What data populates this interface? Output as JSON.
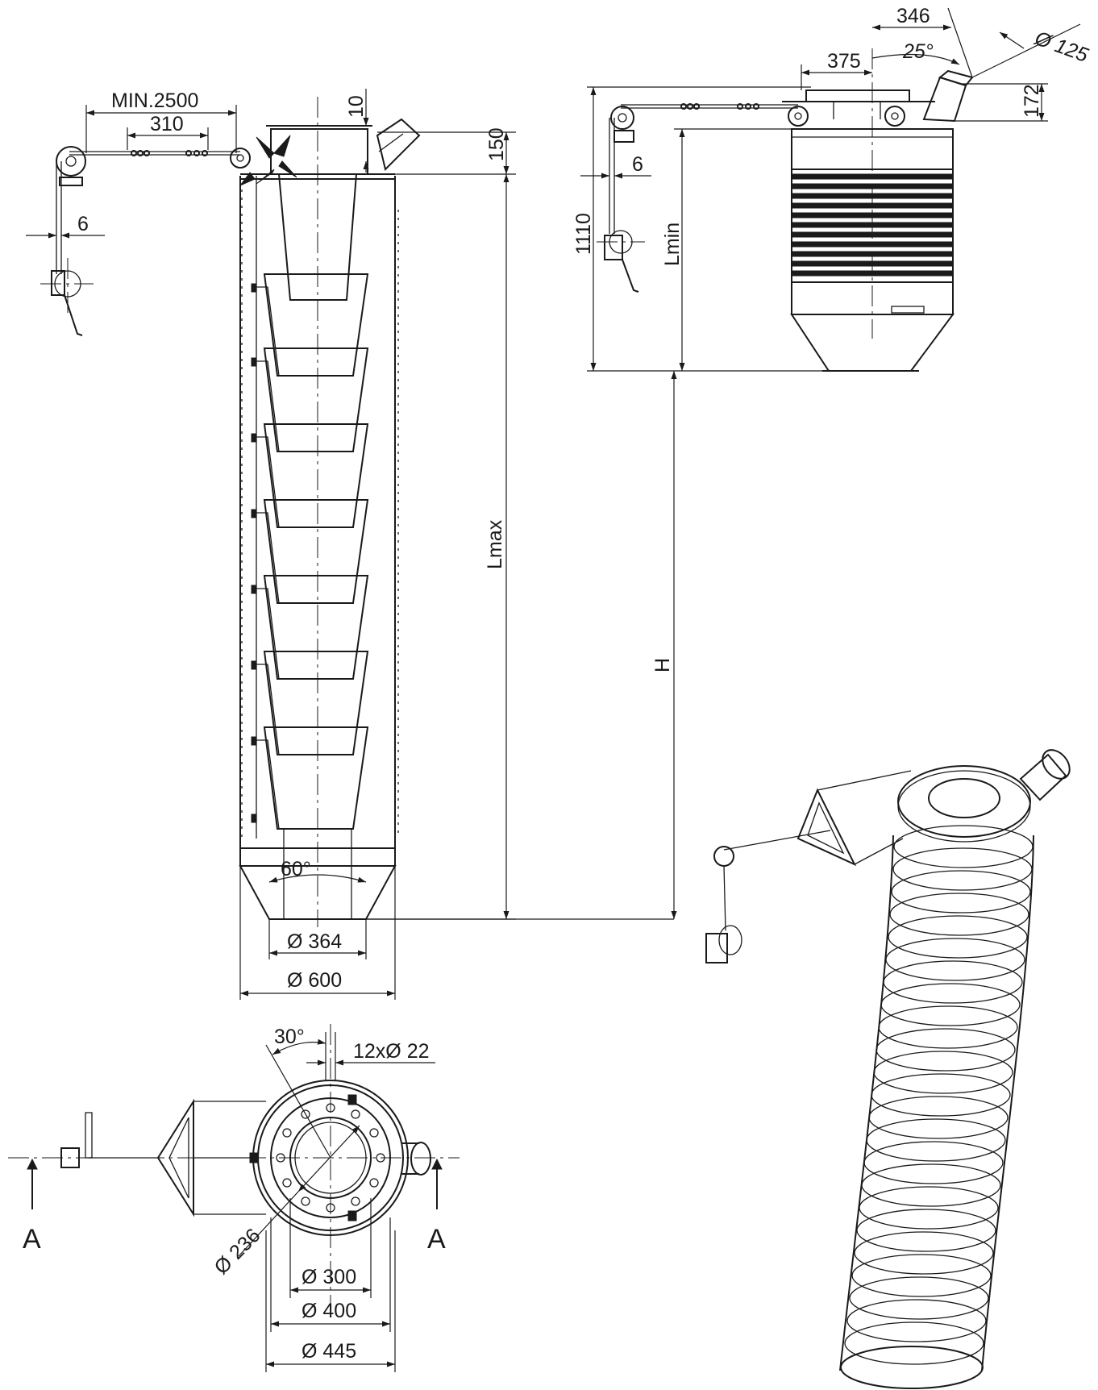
{
  "dimensions": {
    "min_2500": "MIN.2500",
    "d310": "310",
    "d10": "10",
    "d150": "150",
    "d6_left": "6",
    "lmax": "Lmax",
    "angle60": "60°",
    "dia364": "Ø 364",
    "dia600": "Ø 600",
    "d346": "346",
    "dia125": "Ø 125",
    "angle25": "25°",
    "d375": "375",
    "d172": "172",
    "d6_right": "6",
    "d1110": "1110",
    "lmin": "Lmin",
    "h": "H",
    "angle30": "30°",
    "holes": "12xØ 22",
    "dia236": "Ø 236",
    "dia300": "Ø 300",
    "dia400": "Ø 400",
    "dia445": "Ø 445"
  },
  "section_marks": {
    "left": "A",
    "right": "A"
  },
  "colors": {
    "line": "#1a1a1a",
    "background": "#ffffff"
  }
}
